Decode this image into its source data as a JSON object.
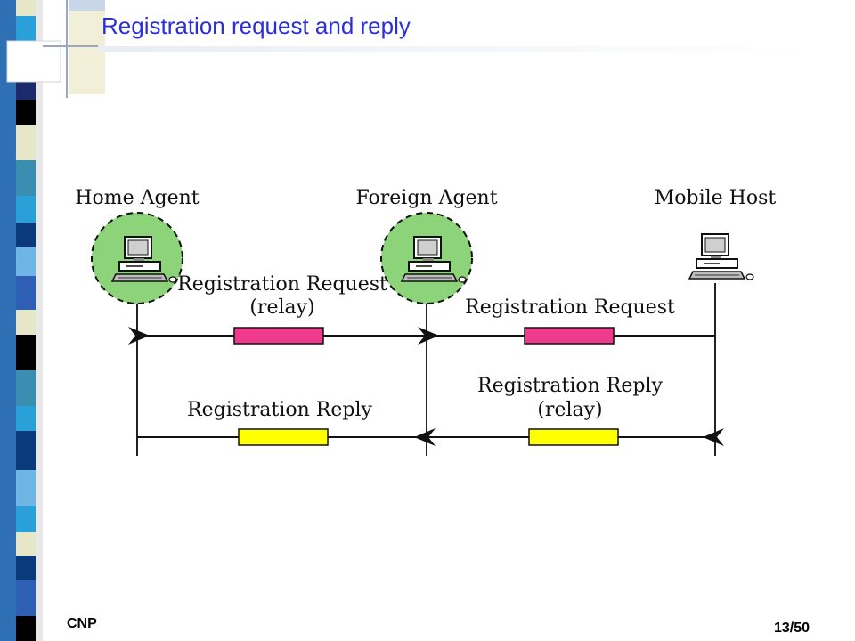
{
  "slide": {
    "title": "Registration request and reply",
    "footer_left": "CNP",
    "page_number": "13/50"
  },
  "diagram": {
    "nodes": {
      "home_agent": "Home Agent",
      "foreign_agent": "Foreign Agent",
      "mobile_host": "Mobile Host"
    },
    "messages": {
      "request_relay_line1": "Registration Request",
      "request_relay_line2": "(relay)",
      "request": "Registration Request",
      "reply": "Registration Reply",
      "reply_relay_line1": "Registration Reply",
      "reply_relay_line2": "(relay)"
    }
  },
  "colors": {
    "title": "#2b2fd6",
    "agent_circle": "#8dd37a",
    "request_bar": "#ee3b8e",
    "reply_bar": "#ffff00"
  }
}
